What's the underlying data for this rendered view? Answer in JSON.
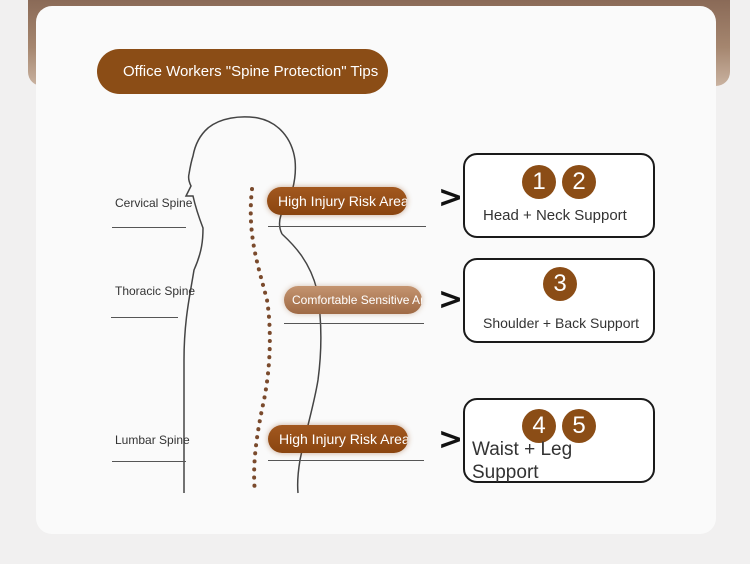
{
  "title": "Office Workers \"Spine Protection\" Tips",
  "spine_labels": {
    "cervical": "Cervical Spine",
    "thoracic": "Thoracic Spine",
    "lumbar": "Lumbar Spine"
  },
  "risk_labels": {
    "cervical": "High Injury Risk Area",
    "thoracic": "Comfortable Sensitive Area",
    "lumbar": "High Injury Risk Area"
  },
  "arrow_glyph": ">",
  "supports": [
    {
      "numbers": [
        "1",
        "2"
      ],
      "text": "Head + Neck Support"
    },
    {
      "numbers": [
        "3"
      ],
      "text": "Shoulder + Back Support"
    },
    {
      "numbers": [
        "4",
        "5"
      ],
      "text_line1": "Waist + Leg",
      "text_line2": "Support"
    }
  ],
  "colors": {
    "accent_brown": "#8b4d16",
    "spine_dots": "#7a4a2c"
  }
}
